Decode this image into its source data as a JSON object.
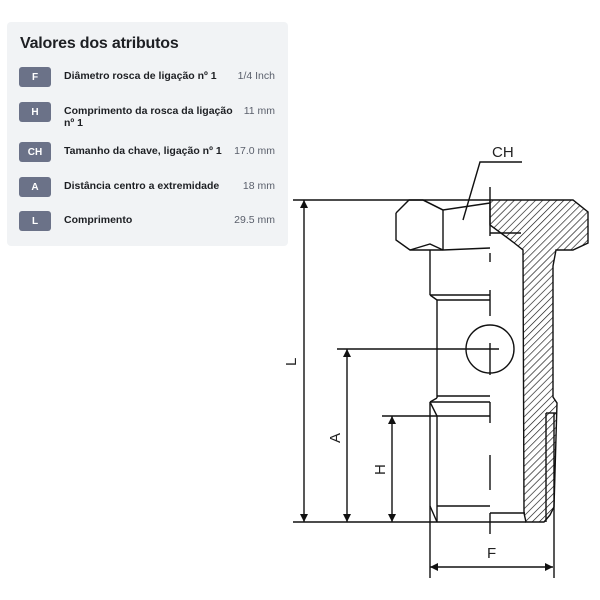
{
  "panel": {
    "title": "Valores dos atributos",
    "badge_color": "#6b7288",
    "background": "#f1f3f5",
    "attributes": [
      {
        "code": "F",
        "label": "Diâmetro rosca de ligação nº 1",
        "value": "1/4 Inch"
      },
      {
        "code": "H",
        "label": "Comprimento da rosca da ligação nº 1",
        "value": "11 mm"
      },
      {
        "code": "CH",
        "label": "Tamanho da chave, ligação nº 1",
        "value": "17.0 mm"
      },
      {
        "code": "A",
        "label": "Distância centro a extremidade",
        "value": "18 mm"
      },
      {
        "code": "L",
        "label": "Comprimento",
        "value": "29.5 mm"
      }
    ]
  },
  "drawing": {
    "labels": {
      "ch": "CH",
      "l": "L",
      "a": "A",
      "h": "H",
      "f": "F"
    }
  }
}
